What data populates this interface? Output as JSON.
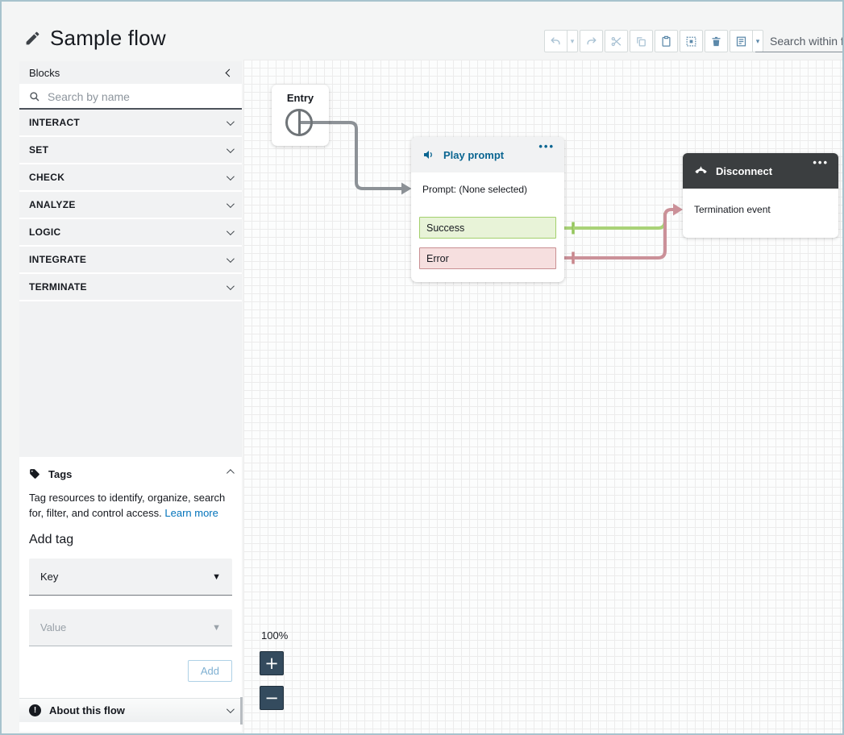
{
  "header": {
    "title": "Sample flow"
  },
  "toolbar": {
    "buttons": [
      {
        "name": "undo",
        "split": true,
        "enabled": false
      },
      {
        "name": "redo",
        "split": false,
        "enabled": false
      },
      {
        "name": "cut",
        "split": false,
        "enabled": false
      },
      {
        "name": "copy",
        "split": false,
        "enabled": false
      },
      {
        "name": "paste",
        "split": false,
        "enabled": true
      },
      {
        "name": "select-all",
        "split": false,
        "enabled": true
      },
      {
        "name": "delete",
        "split": false,
        "enabled": true
      },
      {
        "name": "notes",
        "split": true,
        "enabled": true
      }
    ],
    "search_placeholder": "Search within flow"
  },
  "sidebar": {
    "panel_title": "Blocks",
    "collapse_icon": "chevron-left-icon",
    "search_placeholder": "Search by name",
    "categories": [
      "INTERACT",
      "SET",
      "CHECK",
      "ANALYZE",
      "LOGIC",
      "INTEGRATE",
      "TERMINATE"
    ],
    "tags": {
      "title": "Tags",
      "description": "Tag resources to identify, organize, search for, filter, and control access.",
      "learn_more_label": "Learn more",
      "add_tag_heading": "Add tag",
      "key_placeholder": "Key",
      "value_placeholder": "Value",
      "add_button_label": "Add"
    },
    "about": {
      "title": "About this flow"
    }
  },
  "canvas": {
    "zoom_percent": "100%",
    "zoom_in_label": "+",
    "zoom_out_label": "−",
    "blocks": {
      "entry": {
        "title": "Entry"
      },
      "play_prompt": {
        "title": "Play prompt",
        "icon": "speaker-icon",
        "menu": "ellipsis-menu-icon",
        "body": "Prompt: (None selected)",
        "branches": [
          "Success",
          "Error"
        ]
      },
      "disconnect": {
        "title": "Disconnect",
        "icon": "phone-down-icon",
        "menu": "ellipsis-menu-icon",
        "body": "Termination event"
      }
    },
    "connections": [
      {
        "from": "entry",
        "to": "play-prompt",
        "color": "#8c9196"
      },
      {
        "from": "play-prompt.success",
        "to": "disconnect",
        "color": "#a9d277"
      },
      {
        "from": "play-prompt.error",
        "to": "disconnect",
        "color": "#cb9199"
      }
    ]
  },
  "colors": {
    "accent_blue": "#0a6591",
    "success_bg": "#e8f3d8",
    "success_border": "#a3d06c",
    "error_bg": "#f6dfdf",
    "error_border": "#c98f92",
    "connector_gray": "#8c9196",
    "connector_green": "#a9d277",
    "connector_pink": "#cb9199",
    "disconnect_header": "#3b3e40",
    "zoom_button_bg": "#344b5e",
    "frame_border": "#a7c3cd"
  }
}
